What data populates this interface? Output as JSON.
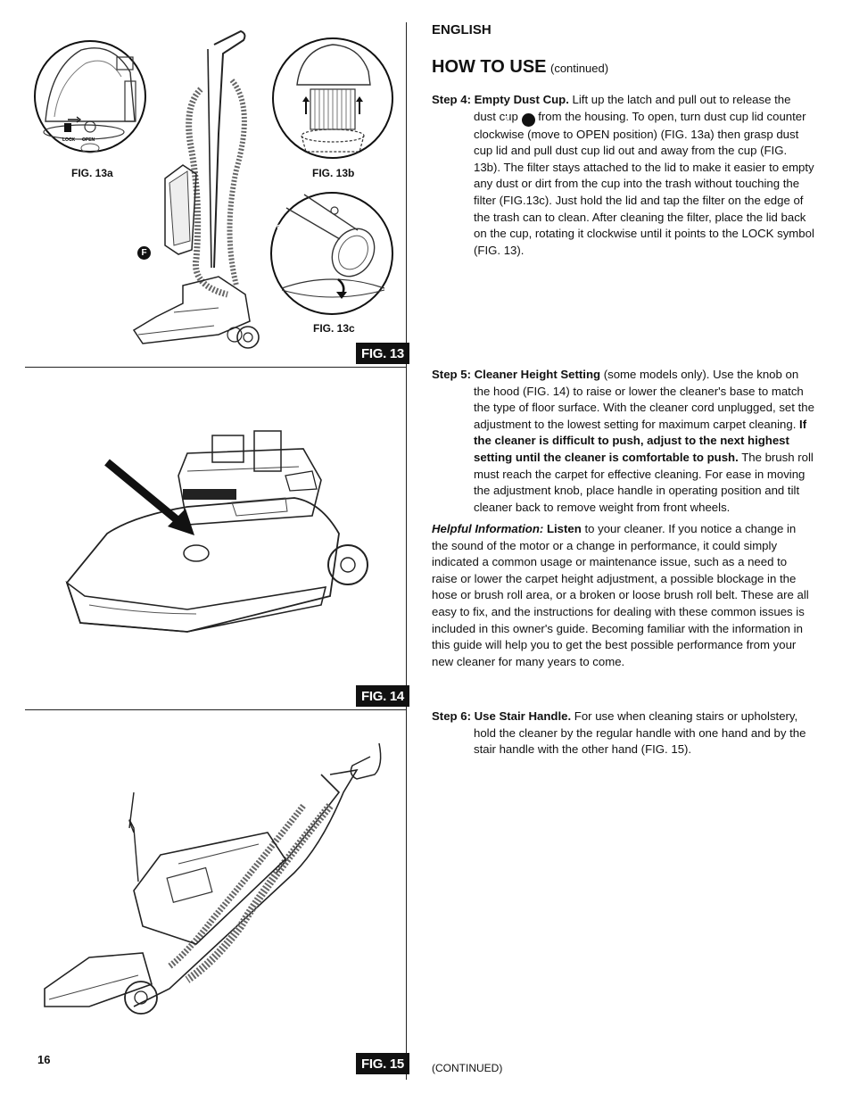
{
  "header": {
    "language": "ENGLISH",
    "title": "HOW TO USE",
    "title_suffix": "(continued)"
  },
  "figures": {
    "fig13_badge": "FIG. 13",
    "fig13a_label": "FIG. 13a",
    "fig13b_label": "FIG. 13b",
    "fig13c_label": "FIG. 13c",
    "marker_f": "F",
    "lock_label": "LOCK",
    "open_label": "OPEN",
    "fig14_badge": "FIG. 14",
    "fig15_badge": "FIG. 15"
  },
  "steps": {
    "step4": {
      "label": "Step 4:",
      "heading": "Empty Dust Cup.",
      "text_before_marker": " Lift up the latch and pull out to release the dust cup ",
      "marker": "F",
      "text_after_marker": " from the housing. To open, turn dust cup lid counter clockwise (move to OPEN position) (FIG. 13a) then grasp dust cup lid and pull dust cup lid out and away from the cup (FIG. 13b). The filter stays attached to the lid to make it easier to empty any dust or dirt from the cup into the trash without touching the filter (FIG.13c). Just hold the lid and tap the filter on the edge of the trash can to clean. After cleaning the filter, place the lid back on the cup, rotating it clockwise until it points to the LOCK symbol (FIG. 13)."
    },
    "step5": {
      "label": "Step 5:",
      "heading": "Cleaner Height Setting",
      "text_1": " (some models only). Use the knob on the hood (FIG. 14) to raise or lower the cleaner's base to match the type of floor surface. With the cleaner cord unplugged, set the adjustment to the lowest setting for maximum carpet cleaning. ",
      "bold_text": "If the cleaner is difficult to push, adjust to the next highest setting until the cleaner is comfortable to push.",
      "text_2": " The brush roll must reach the carpet for effective cleaning. For ease in moving the adjustment knob, place handle in operating position and tilt cleaner back to remove weight from front wheels."
    },
    "helpful": {
      "label": "Helpful Information:",
      "bold_word": "Listen",
      "text": " to your cleaner. If you notice a change in the sound of the motor or a change in performance, it could simply indicated a common usage or maintenance issue, such as a need to raise or lower the carpet height adjustment, a possible blockage in the hose or brush roll area, or a broken or loose brush roll belt. These are all easy to fix, and the instructions for dealing with these common issues is included in this owner's guide. Becoming familiar with the information in this guide will help you to get the best possible performance from your new cleaner for many years to come."
    },
    "step6": {
      "label": "Step 6:",
      "heading": "Use Stair Handle.",
      "text": " For use when cleaning stairs or upholstery, hold the cleaner by the regular handle with one hand and by the stair handle with the other hand (FIG. 15)."
    }
  },
  "footer": {
    "page_number": "16",
    "continued": "(CONTINUED)"
  }
}
